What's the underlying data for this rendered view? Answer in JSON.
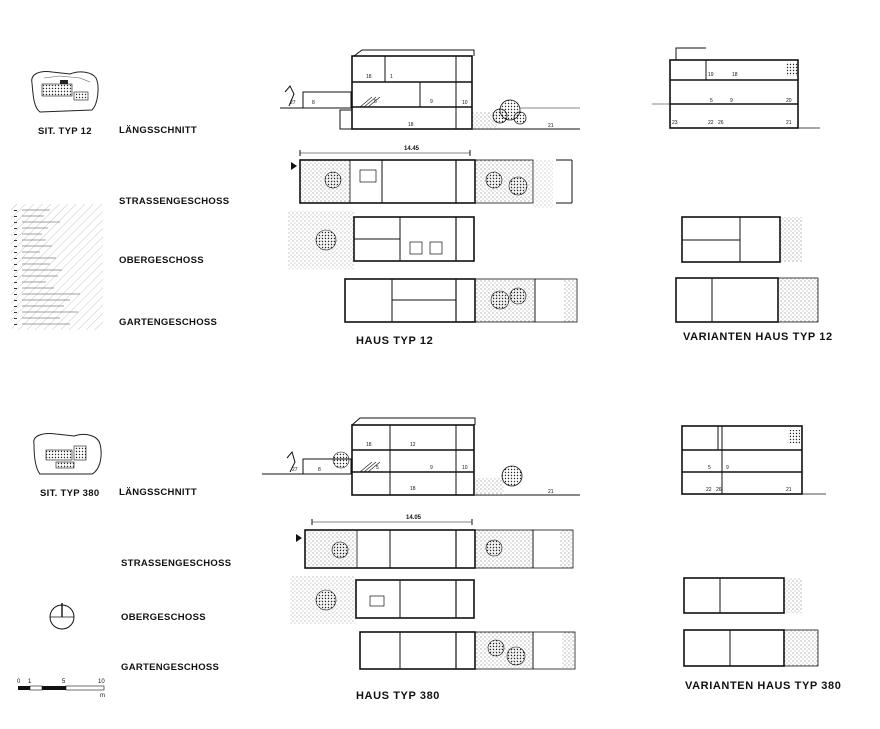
{
  "top": {
    "site_label": "SIT. TYP 12",
    "section_label": "LÄNGSSCHNITT",
    "floor_labels": [
      "STRASSENGESCHOSS",
      "OBERGESCHOSS",
      "GARTENGESCHOSS"
    ],
    "house_title": "HAUS TYP 12",
    "variants_title": "VARIANTEN HAUS TYP 12",
    "overall_dim": "14.45"
  },
  "bottom": {
    "site_label": "SIT. TYP 380",
    "section_label": "LÄNGSSCHNITT",
    "floor_labels": [
      "STRASSENGESCHOSS",
      "OBERGESCHOSS",
      "GARTENGESCHOSS"
    ],
    "house_title": "HAUS TYP 380",
    "variants_title": "VARIANTEN HAUS TYP 380",
    "overall_dim": "14.05"
  },
  "scale": {
    "ticks": [
      "0",
      "1",
      "5",
      "10"
    ],
    "unit": "m"
  },
  "room_numbers": {
    "top_section": [
      "18",
      "1",
      "10",
      "27",
      "8",
      "5",
      "9",
      "18",
      "21"
    ],
    "top_variant_section": [
      "19",
      "18",
      "5",
      "9",
      "20",
      "23",
      "22",
      "26",
      "21"
    ],
    "bottom_section": [
      "18",
      "27",
      "8",
      "5",
      "9",
      "12",
      "18",
      "10",
      "21"
    ],
    "bottom_variant_section": [
      "5",
      "9",
      "22",
      "26",
      "21"
    ]
  }
}
